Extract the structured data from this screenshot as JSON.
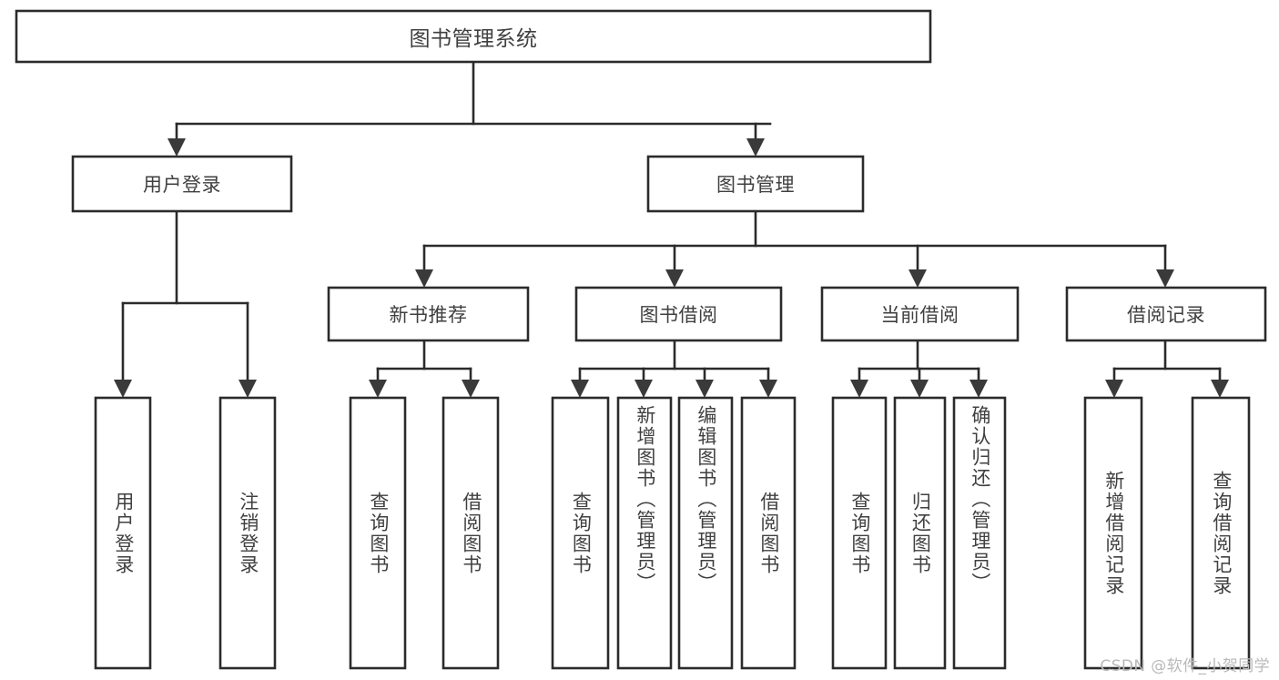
{
  "diagram": {
    "type": "tree-hierarchy",
    "title": "图书管理系统",
    "orientation": "top-down",
    "watermark": "CSDN @软件_小贺同学",
    "colors": {
      "box_stroke": "#2b2b2b",
      "box_fill": "#ffffff",
      "text": "#404040",
      "connector": "#2b2b2b",
      "watermark": "#b9b9b9",
      "background": "#ffffff"
    },
    "levels": {
      "root": {
        "id": "root",
        "label": "图书管理系统",
        "orientation": "horizontal"
      },
      "level2": [
        {
          "id": "user-login",
          "label": "用户登录",
          "orientation": "horizontal"
        },
        {
          "id": "book-management",
          "label": "图书管理",
          "orientation": "horizontal"
        }
      ],
      "level3": [
        {
          "id": "new-book-recommend",
          "label": "新书推荐",
          "parent": "book-management",
          "orientation": "horizontal"
        },
        {
          "id": "book-borrow",
          "label": "图书借阅",
          "parent": "book-management",
          "orientation": "horizontal"
        },
        {
          "id": "current-borrow",
          "label": "当前借阅",
          "parent": "book-management",
          "orientation": "horizontal"
        },
        {
          "id": "borrow-record",
          "label": "借阅记录",
          "parent": "book-management",
          "orientation": "horizontal"
        }
      ],
      "leaves": [
        {
          "id": "leaf-user-login",
          "label": "用户登录",
          "parent": "user-login",
          "orientation": "vertical"
        },
        {
          "id": "leaf-logout-login",
          "label": "注销登录",
          "parent": "user-login",
          "orientation": "vertical"
        },
        {
          "id": "leaf-query-book-1",
          "label": "查询图书",
          "parent": "new-book-recommend",
          "orientation": "vertical"
        },
        {
          "id": "leaf-borrow-book-1",
          "label": "借阅图书",
          "parent": "new-book-recommend",
          "orientation": "vertical"
        },
        {
          "id": "leaf-query-book-2",
          "label": "查询图书",
          "parent": "book-borrow",
          "orientation": "vertical"
        },
        {
          "id": "leaf-add-book-admin",
          "label": "新增图书（管理员）",
          "parent": "book-borrow",
          "orientation": "vertical"
        },
        {
          "id": "leaf-edit-book-admin",
          "label": "编辑图书（管理员）",
          "parent": "book-borrow",
          "orientation": "vertical"
        },
        {
          "id": "leaf-borrow-book-2",
          "label": "借阅图书",
          "parent": "book-borrow",
          "orientation": "vertical"
        },
        {
          "id": "leaf-query-book-3",
          "label": "查询图书",
          "parent": "current-borrow",
          "orientation": "vertical"
        },
        {
          "id": "leaf-return-book",
          "label": "归还图书",
          "parent": "current-borrow",
          "orientation": "vertical"
        },
        {
          "id": "leaf-confirm-return-admin",
          "label": "确认归还（管理员）",
          "parent": "current-borrow",
          "orientation": "vertical"
        },
        {
          "id": "leaf-add-borrow-record",
          "label": "新增借阅记录",
          "parent": "borrow-record",
          "orientation": "vertical"
        },
        {
          "id": "leaf-query-borrow-record",
          "label": "查询借阅记录",
          "parent": "borrow-record",
          "orientation": "vertical"
        }
      ]
    }
  }
}
